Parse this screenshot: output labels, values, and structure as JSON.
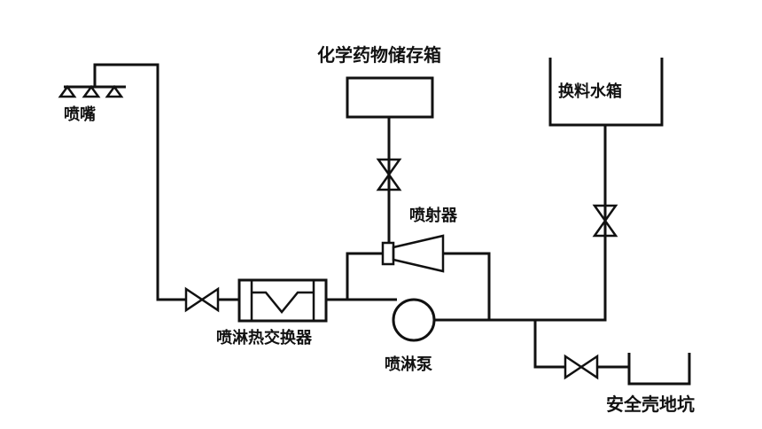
{
  "labels": {
    "spray_nozzle": "喷嘴",
    "chemical_tank": "化学药物储存箱",
    "refueling_water_tank": "换料水箱",
    "eductor": "喷射器",
    "heat_exchanger": "喷淋热交换器",
    "spray_pump": "喷淋泵",
    "safety_sump": "安全壳地坑"
  }
}
